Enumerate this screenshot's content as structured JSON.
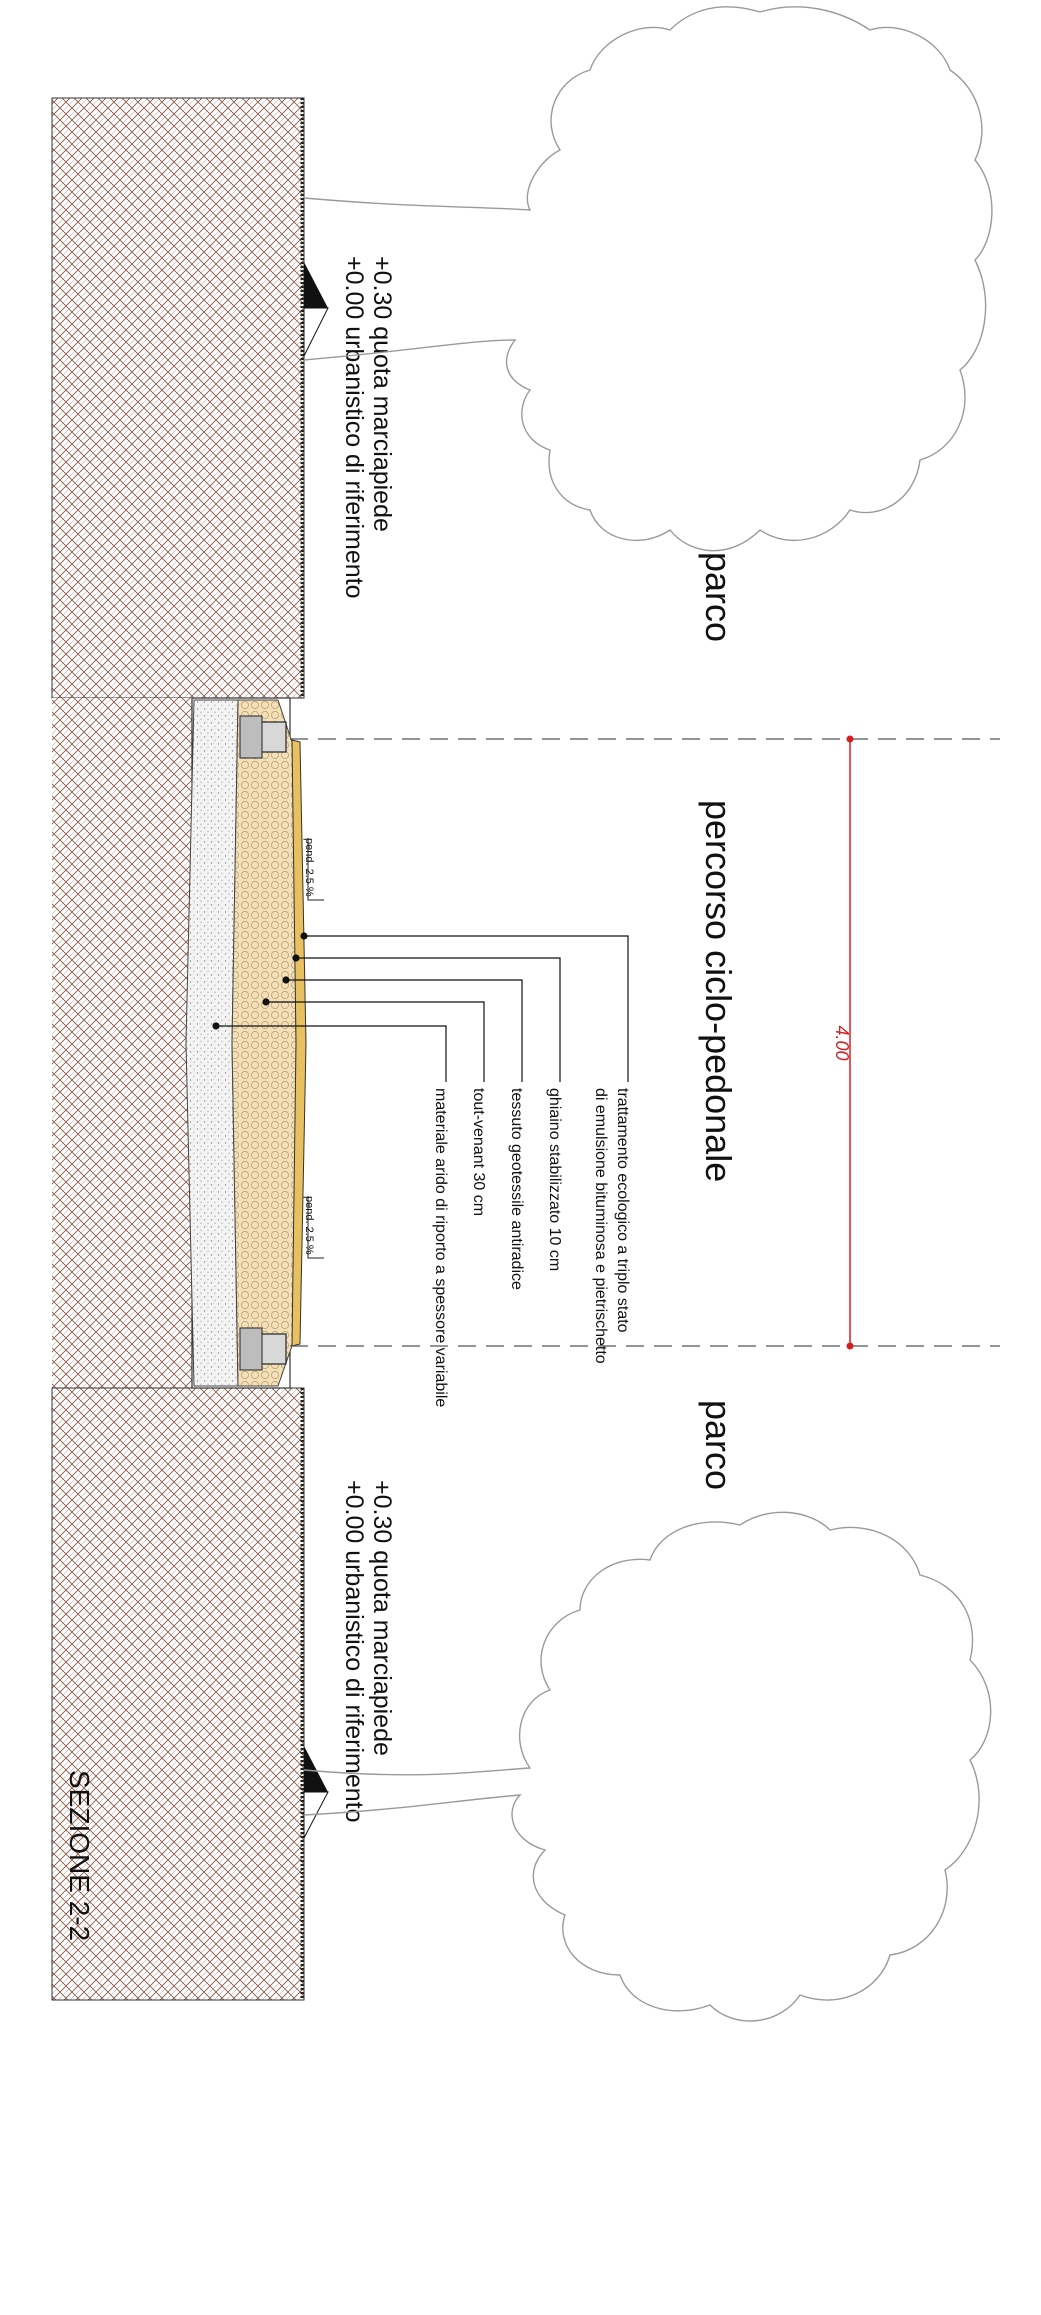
{
  "labels": {
    "park_top": "parco",
    "path": "percorso ciclo-pedonale",
    "park_bottom": "parco",
    "dimension": "4.00",
    "section": "SEZIONE 2-2",
    "slope_top": "pend. 2.5 %",
    "slope_bottom": "pend. 2.5 %",
    "level_top_line1": "+0.30 quota marciapiede",
    "level_top_line2": "+0.00 urbanistico di riferimento",
    "level_bottom_line1": "+0.30 quota marciapiede",
    "level_bottom_line2": "+0.00 urbanistico di riferimento"
  },
  "layers": [
    "trattamento ecologico a triplo stato",
    "di emulsione bituminosa e pietrischetto",
    "ghiaino stabilizzato 10 cm",
    "tessuto geotessile antiradice",
    "tout-venant 30 cm",
    "materiale arido di riporto a spessore variabile"
  ],
  "colors": {
    "ground_hatch": "#8a5a4a",
    "gravel_fill": "#f3dfb8",
    "dimension": "#d42020",
    "tree_outline": "#9a9a9a",
    "dash": "#555555"
  }
}
